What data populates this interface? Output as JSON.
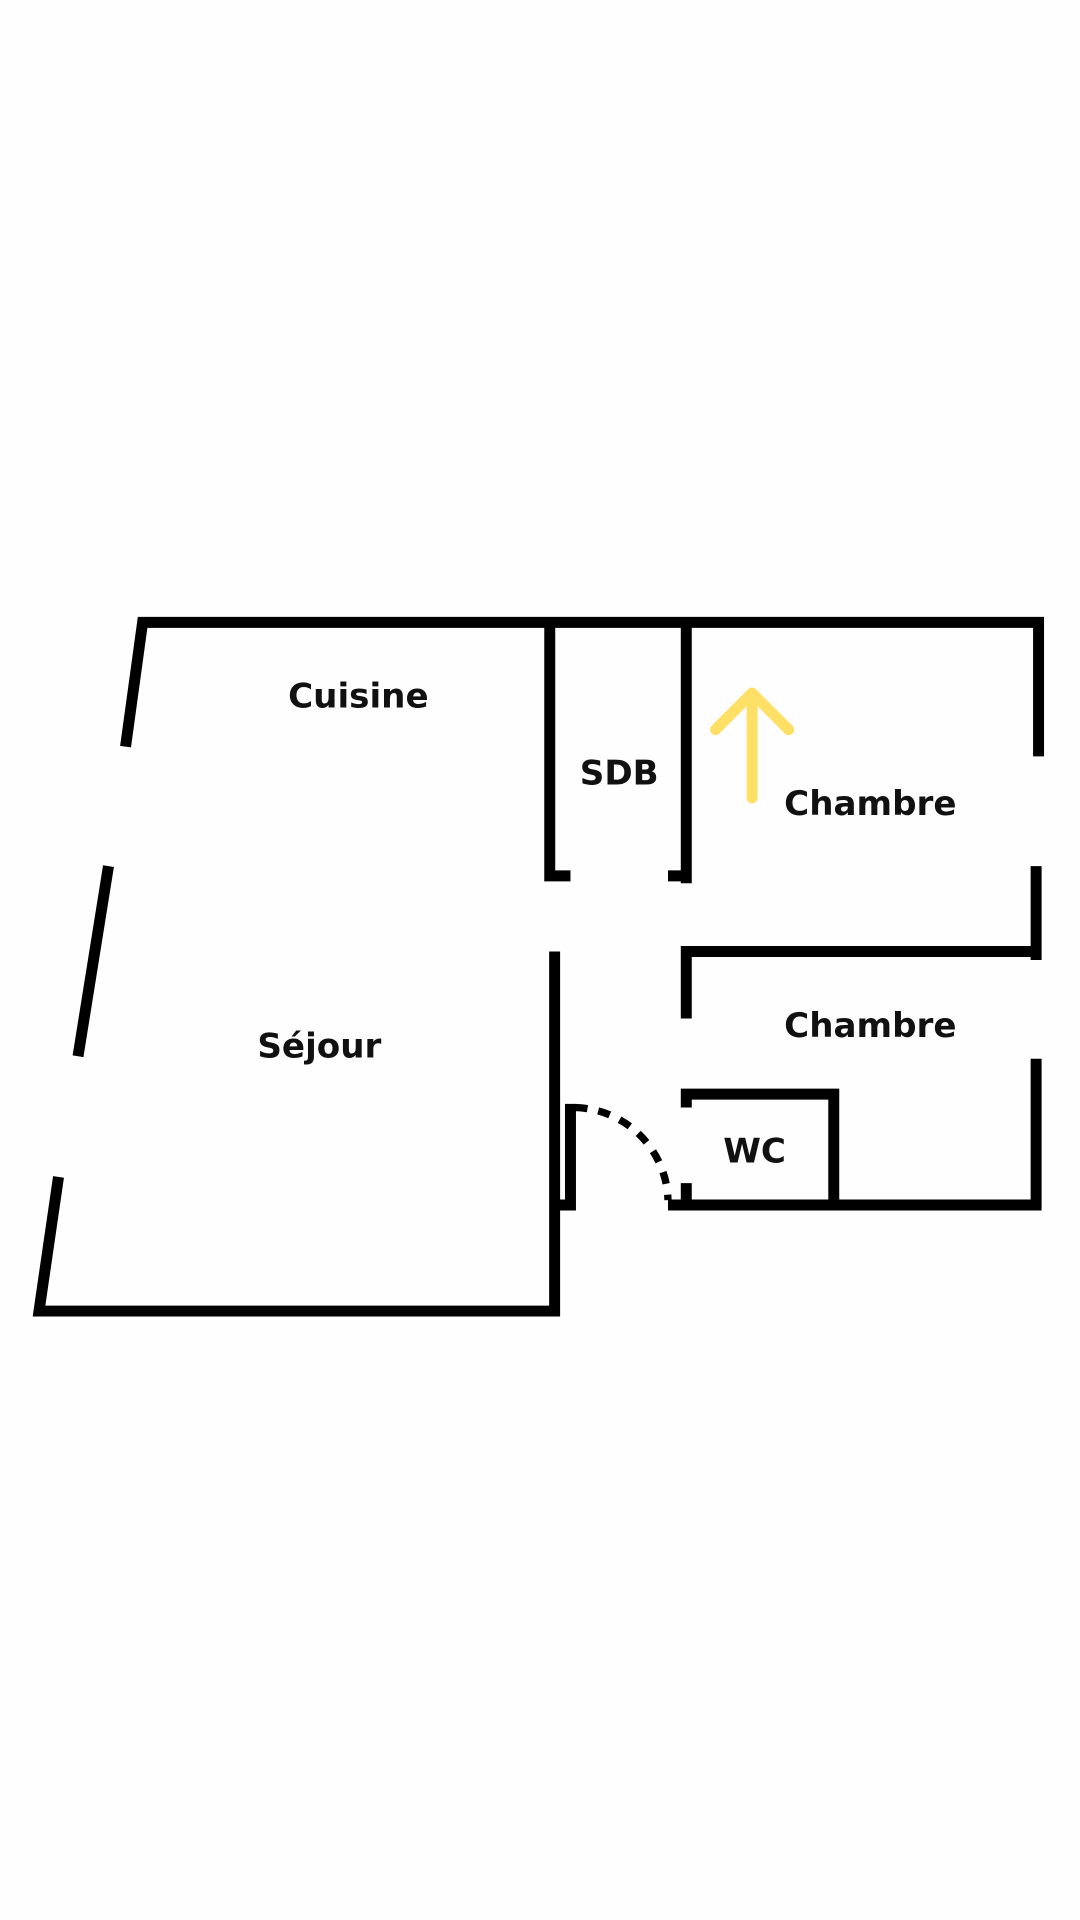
{
  "rooms": {
    "cuisine": "Cuisine",
    "sdb": "SDB",
    "chambre_1": "Chambre",
    "chambre_2": "Chambre",
    "sejour": "Séjour",
    "wc": "WC"
  },
  "north_arrow": {
    "icon": "north-arrow-icon",
    "color": "#FFE066"
  },
  "wall_color": "#000000"
}
